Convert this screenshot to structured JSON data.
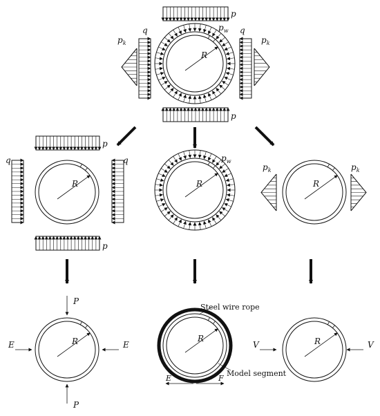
{
  "labels": {
    "p": "p",
    "q": "q",
    "pw": "p",
    "pw_sub": "w",
    "pk": "p",
    "pk_sub": "k",
    "R": "R",
    "P": "P",
    "E": "E",
    "V": "V",
    "F": "F",
    "steel_wire_rope": "Steel wire rope",
    "model_segment": "Model segment"
  },
  "colors": {
    "stroke": "#111111",
    "background": "#ffffff"
  }
}
